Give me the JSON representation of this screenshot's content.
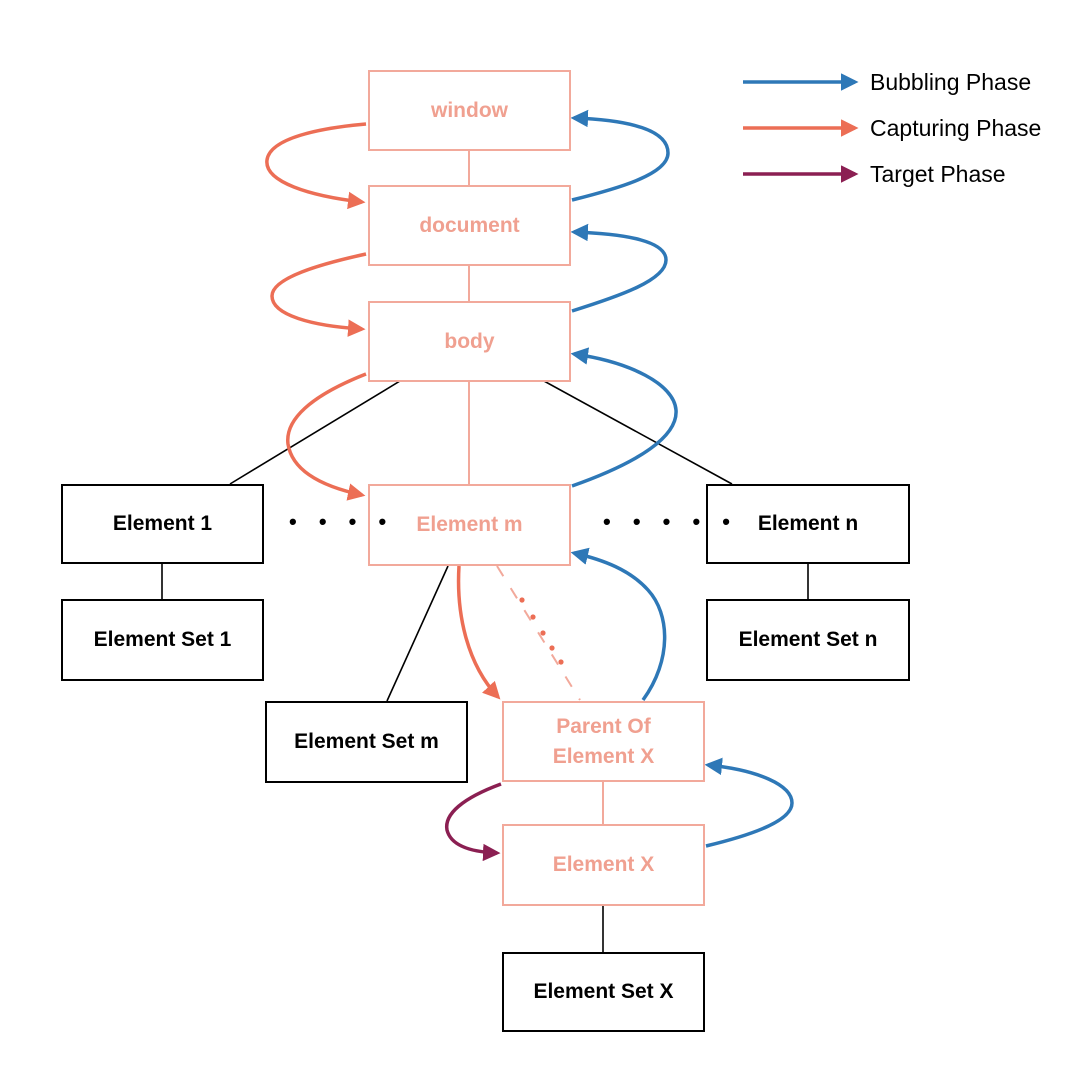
{
  "colors": {
    "bubbling": "#2e78b7",
    "capturing": "#ec6e55",
    "target": "#8b1f52",
    "path_border": "#f2a99b",
    "path_text": "#f0a090",
    "edge_path": "#f2a99b",
    "edge_other": "#000000"
  },
  "legend": [
    {
      "label": "Bubbling Phase",
      "color_key": "bubbling"
    },
    {
      "label": "Capturing Phase",
      "color_key": "capturing"
    },
    {
      "label": "Target Phase",
      "color_key": "target"
    }
  ],
  "nodes": {
    "window": "window",
    "document": "document",
    "body": "body",
    "element_1": "Element 1",
    "element_m": "Element m",
    "element_n": "Element n",
    "element_set_1": "Element Set 1",
    "element_set_m": "Element Set m",
    "element_set_n": "Element Set n",
    "parent_of_element_x_line1": "Parent Of",
    "parent_of_element_x_line2": "Element X",
    "element_x": "Element X",
    "element_set_x": "Element Set X"
  },
  "ellipsis": {
    "left": "• • • •",
    "right": "• • • • •"
  }
}
